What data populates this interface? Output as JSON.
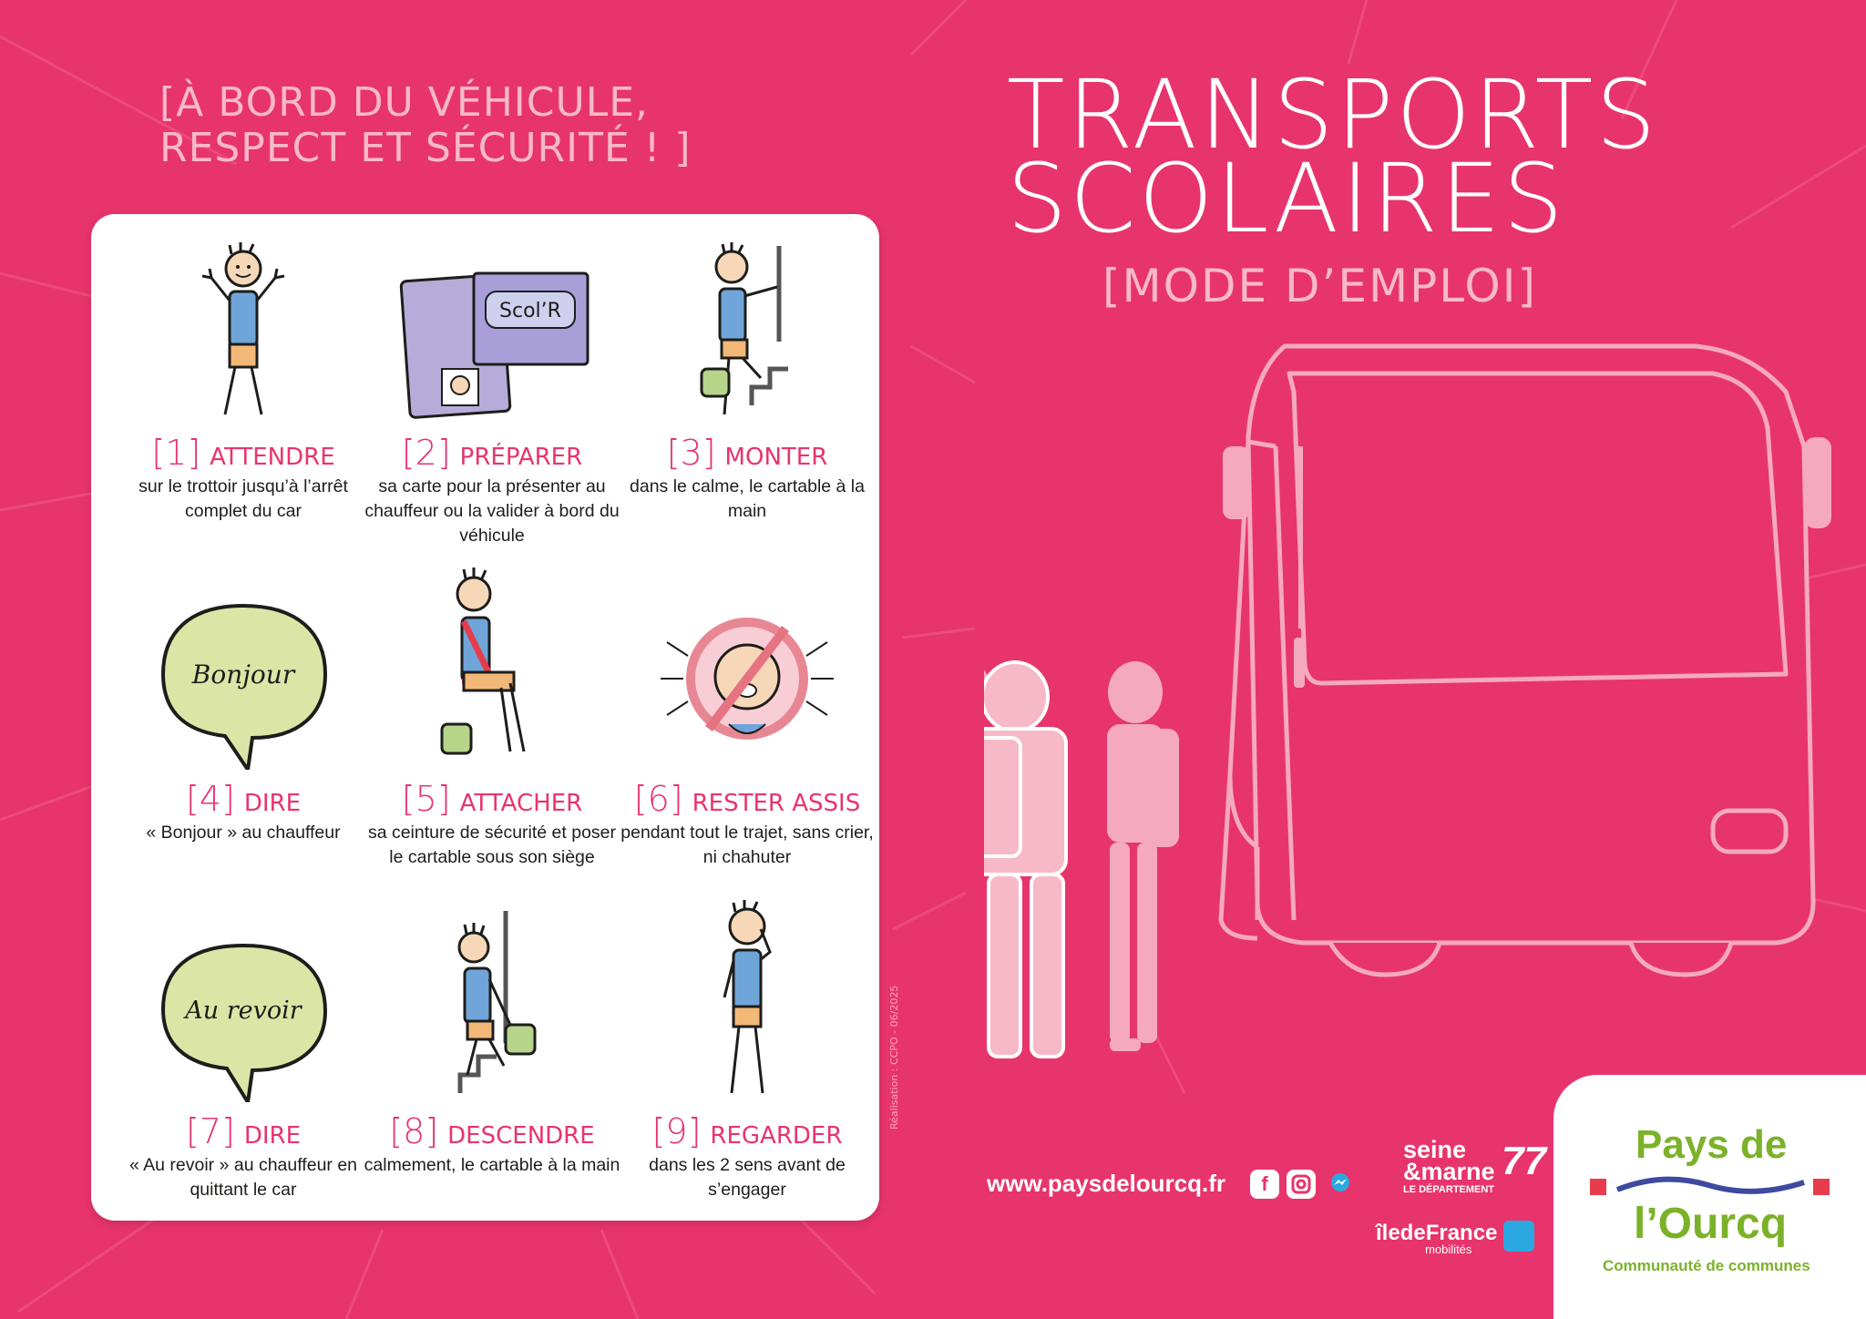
{
  "header": {
    "line1": "[À BORD DU VÉHICULE,",
    "line2": "RESPECT ET SÉCURITÉ ! ]"
  },
  "title": {
    "line1": "TRANSPORTS",
    "line2": "SCOLAIRES",
    "subtitle": "[MODE D’EMPLOI]"
  },
  "card": {
    "credit": "Réalisation : CCPO - 06/2025",
    "steps": [
      {
        "num": "[1]",
        "verb": "ATTENDRE",
        "text": "sur le trottoir jusqu’à l’arrêt complet du car",
        "icon": "waiting-child-icon"
      },
      {
        "num": "[2]",
        "verb": "PRÉPARER",
        "text": "sa carte pour la présenter au chauffeur ou la valider à bord du véhicule",
        "icon": "transport-card-icon",
        "card_label": "Scol’R"
      },
      {
        "num": "[3]",
        "verb": "MONTER",
        "text": "dans le calme, le cartable à la main",
        "icon": "child-climbing-icon"
      },
      {
        "num": "[4]",
        "verb": "DIRE",
        "text": "« Bonjour » au chauffeur",
        "icon": "speech-bubble-icon",
        "bubble": "Bonjour"
      },
      {
        "num": "[5]",
        "verb": "ATTACHER",
        "text": "sa ceinture de sécurité et poser le cartable sous son siège",
        "icon": "seated-child-belt-icon"
      },
      {
        "num": "[6]",
        "verb": "RESTER ASSIS",
        "text": "pendant tout le trajet, sans crier, ni chahuter",
        "icon": "no-shouting-icon"
      },
      {
        "num": "[7]",
        "verb": "DIRE",
        "text": "« Au revoir » au chauffeur en quittant le car",
        "icon": "speech-bubble-icon",
        "bubble": "Au revoir"
      },
      {
        "num": "[8]",
        "verb": "DESCENDRE",
        "text": "calmement, le cartable à la main",
        "icon": "child-descending-icon"
      },
      {
        "num": "[9]",
        "verb": "REGARDER",
        "text": "dans les 2 sens avant de s’engager",
        "icon": "child-looking-icon"
      }
    ]
  },
  "footer": {
    "url": "www.paysdelourcq.fr",
    "social": [
      "facebook-icon",
      "instagram-icon",
      "messenger-icon"
    ],
    "seine_marne": {
      "l1": "seine",
      "l2": "&marne",
      "l3": "LE DÉPARTEMENT",
      "num": "77"
    },
    "idf": {
      "name": "îledeFrance",
      "sub": "mobilités"
    },
    "pays": {
      "l1": "Pays de",
      "l2": "l’Ourcq",
      "l3": "Communauté de communes"
    }
  },
  "colors": {
    "background": "#e8346c",
    "accent": "#e8346c",
    "light_pink": "#f7b9c7",
    "green": "#7bb229"
  }
}
